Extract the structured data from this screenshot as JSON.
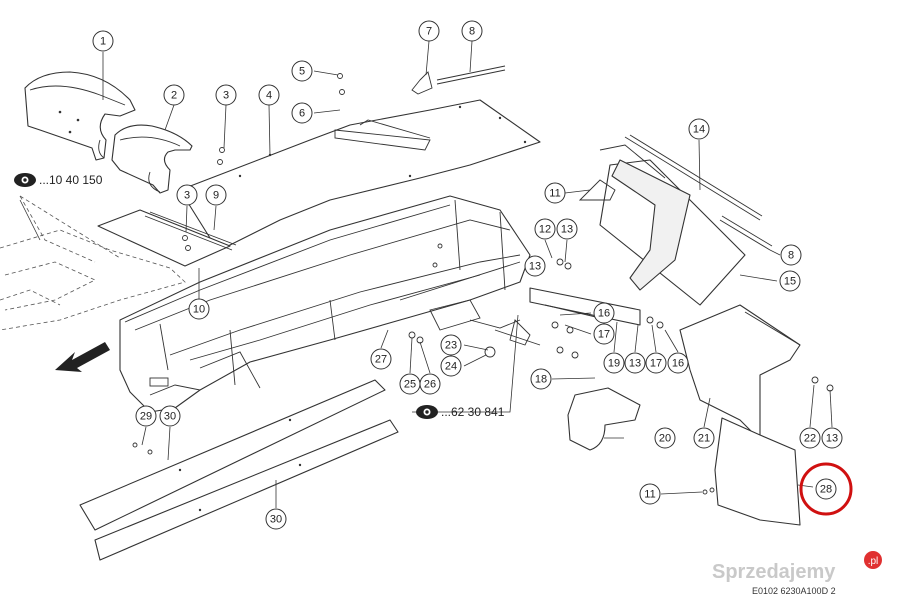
{
  "callouts": [
    {
      "label": "1"
    },
    {
      "label": "2"
    },
    {
      "label": "3"
    },
    {
      "label": "4"
    },
    {
      "label": "5"
    },
    {
      "label": "6"
    },
    {
      "label": "7"
    },
    {
      "label": "8"
    },
    {
      "label": "3"
    },
    {
      "label": "9"
    },
    {
      "label": "10"
    },
    {
      "label": "11"
    },
    {
      "label": "12"
    },
    {
      "label": "13"
    },
    {
      "label": "13"
    },
    {
      "label": "14"
    },
    {
      "label": "8"
    },
    {
      "label": "15"
    },
    {
      "label": "16"
    },
    {
      "label": "17"
    },
    {
      "label": "19"
    },
    {
      "label": "13"
    },
    {
      "label": "17"
    },
    {
      "label": "16"
    },
    {
      "label": "23"
    },
    {
      "label": "24"
    },
    {
      "label": "27"
    },
    {
      "label": "25"
    },
    {
      "label": "26"
    },
    {
      "label": "18"
    },
    {
      "label": "29"
    },
    {
      "label": "30"
    },
    {
      "label": "20"
    },
    {
      "label": "21"
    },
    {
      "label": "22"
    },
    {
      "label": "13"
    },
    {
      "label": "28"
    },
    {
      "label": "11"
    },
    {
      "label": "30"
    }
  ],
  "references": [
    {
      "text": "...10 40 150",
      "icon": "eye-icon"
    },
    {
      "text": "...62 30 841",
      "icon": "eye-icon"
    }
  ],
  "highlight": {
    "target": "28",
    "color": "#d01010"
  },
  "watermark": {
    "text": "Sprzedajemy",
    "suffix": ".pl"
  },
  "drawing_code": "E0102 6230A100D 2"
}
